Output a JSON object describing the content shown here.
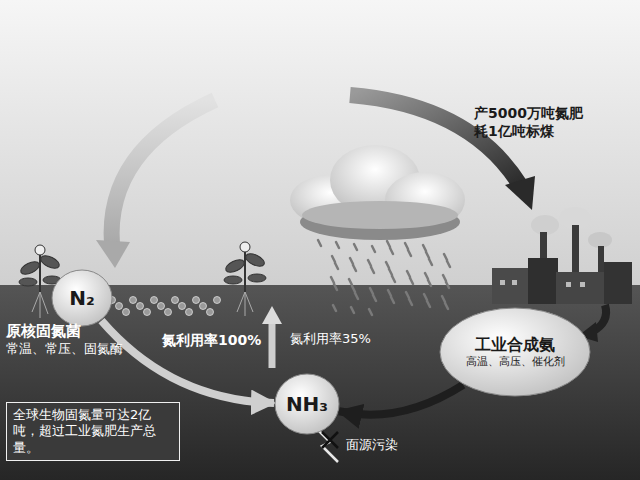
{
  "diagram": {
    "nodes": [
      {
        "text": [
          "N₂"
        ]
      },
      {
        "text": [
          "NH₃"
        ]
      },
      {
        "text": [
          "工业合成氨",
          "高温、高压、催化剂"
        ]
      },
      {
        "text": [
          "全球生物固氮量可达2亿吨，超过工业氮肥生产总量。"
        ]
      }
    ],
    "edges": [
      {
        "from": 0,
        "to": 1,
        "arrow": "to"
      },
      {
        "from": 2,
        "to": 1,
        "arrow": "to"
      }
    ],
    "labels": [
      "产5000万吨氮肥 耗1亿吨标煤",
      "原核固氮菌",
      "常温、常压、固氮酶",
      "氮利用率100%",
      "氮利用率35%",
      "面源污染"
    ]
  }
}
